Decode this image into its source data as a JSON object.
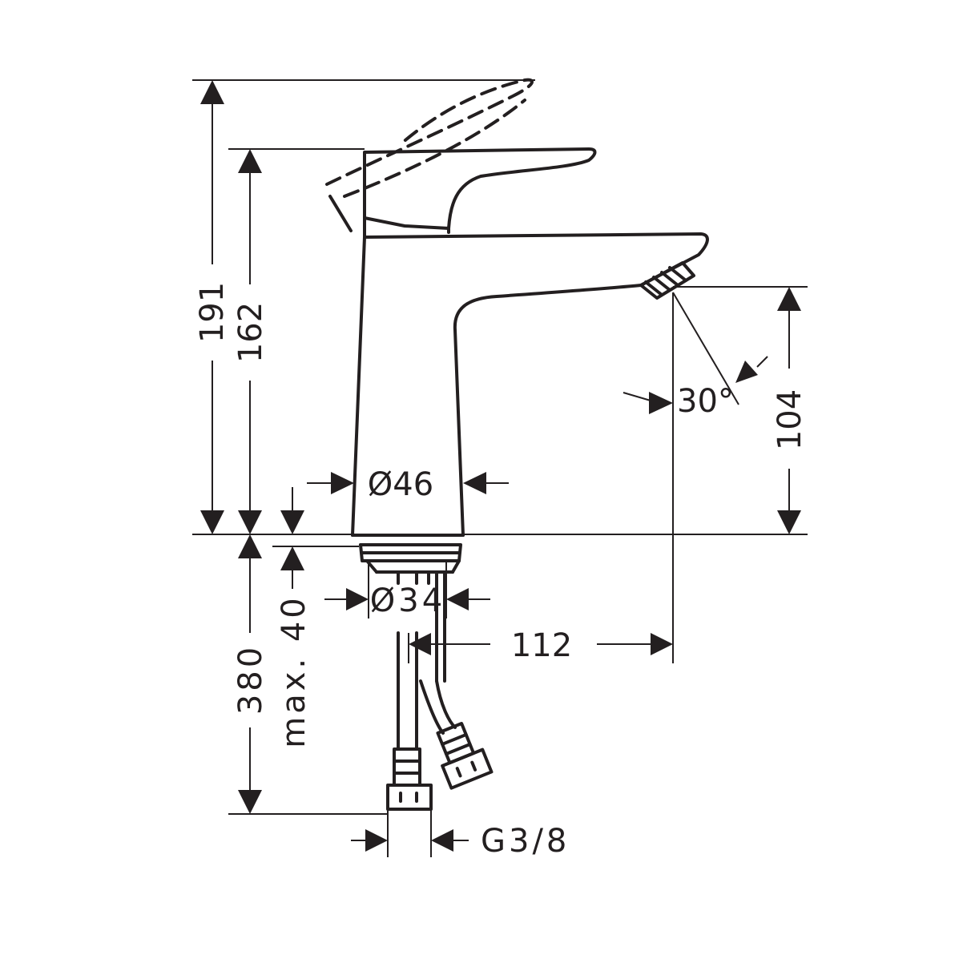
{
  "drawing": {
    "line_color": "#231f20",
    "background": "#ffffff",
    "dimensions": {
      "total_height": "191",
      "body_height": "162",
      "spout_height": "104",
      "body_diameter": "Ø46",
      "spray_angle": "30°",
      "hole_diameter": "Ø34",
      "max_thickness": "max. 40",
      "hose_length": "380",
      "spout_reach": "112",
      "connection_thread": "G3/8"
    }
  }
}
